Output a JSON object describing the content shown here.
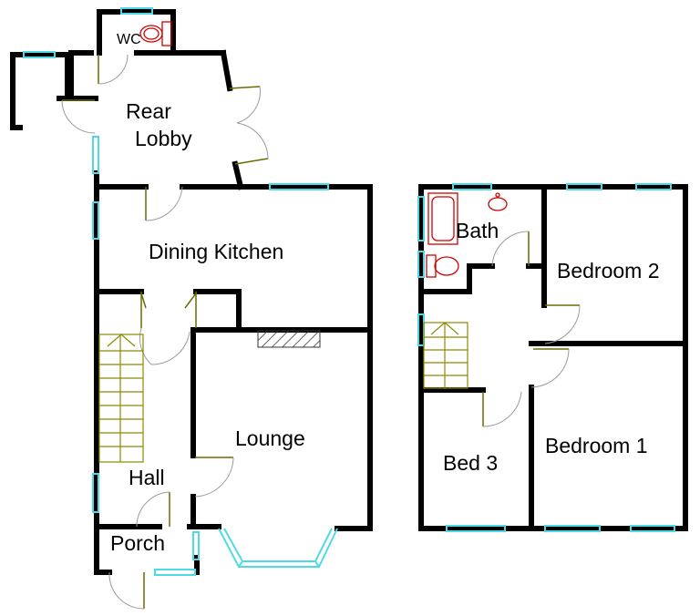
{
  "plan": {
    "ground_floor": {
      "rooms": {
        "wc": "WC",
        "rear_lobby_line1": "Rear",
        "rear_lobby_line2": "Lobby",
        "dining_kitchen": "Dining Kitchen",
        "lounge": "Lounge",
        "hall": "Hall",
        "porch": "Porch"
      }
    },
    "first_floor": {
      "rooms": {
        "bath": "Bath",
        "bedroom_2": "Bedroom 2",
        "bedroom_1": "Bedroom 1",
        "bed_3": "Bed 3"
      }
    }
  }
}
